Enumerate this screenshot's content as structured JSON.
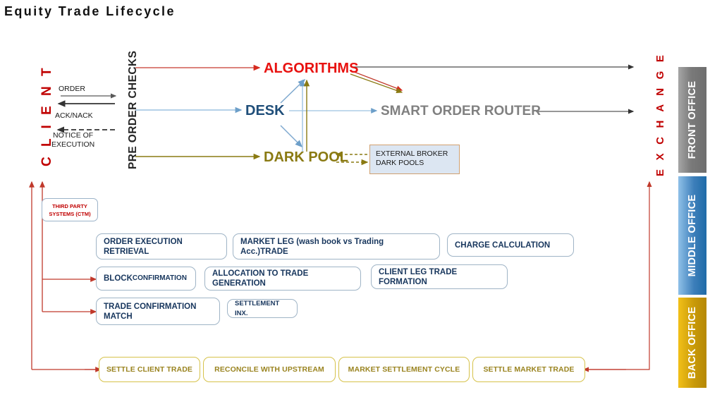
{
  "title": "Equity Trade Lifecycle",
  "lanes": {
    "client": "C L I E N T",
    "pre_order_checks": "PRE ORDER CHECKS",
    "exchange": "E X C H A N G E"
  },
  "client_annotations": {
    "order": "ORDER",
    "ack_nack": "ACK/NACK",
    "notice_of_execution_line1": "NOTICE OF",
    "notice_of_execution_line2": "EXECUTION"
  },
  "front_office": {
    "algorithms": "ALGORITHMS",
    "desk": "DESK",
    "dark_pool": "DARK POOL",
    "smart_order_router": "SMART ORDER ROUTER",
    "external_broker_line1": "EXTERNAL BROKER",
    "external_broker_line2": "DARK POOLS"
  },
  "third_party": {
    "line1": "THIRD PARTY",
    "line2": "SYSTEMS (CTM)"
  },
  "middle_office_boxes": [
    {
      "label": "ORDER EXECUTION RETRIEVAL"
    },
    {
      "label": "MARKET LEG (wash book vs Trading Acc.)TRADE"
    },
    {
      "label": "CHARGE CALCULATION"
    },
    {
      "label_strong": "BLOCK",
      "label_light": " CONFIRMATION"
    },
    {
      "label": "ALLOCATION TO TRADE GENERATION"
    },
    {
      "label": "CLIENT LEG TRADE FORMATION"
    },
    {
      "label_line1": "TRADE CONFIRMATION",
      "label_line2": "MATCH"
    },
    {
      "label": "SETTLEMENT INX."
    }
  ],
  "back_office_boxes": [
    {
      "label": "SETTLE CLIENT TRADE"
    },
    {
      "label": "RECONCILE WITH UPSTREAM"
    },
    {
      "label": "MARKET SETTLEMENT CYCLE"
    },
    {
      "label": "SETTLE MARKET TRADE"
    }
  ],
  "office_bars": [
    {
      "label": "FRONT OFFICE",
      "color": "#7a7a7a"
    },
    {
      "label": "MIDDLE OFFICE",
      "color": "#3d7fba"
    },
    {
      "label": "BACK OFFICE",
      "color": "#c99a09"
    }
  ],
  "colors": {
    "client_red": "#c00000",
    "algorithms_red": "#e8110f",
    "desk_blue": "#1f4e79",
    "dark_pool_olive": "#8a7a12",
    "sor_gray": "#808080",
    "middle_office_navy": "#17365d",
    "back_office_gold": "#9a8420",
    "connector_red": "#c0392b",
    "connector_blue": "#8ab4d8",
    "connector_olive": "#8a7a12",
    "connector_black": "#333333"
  }
}
